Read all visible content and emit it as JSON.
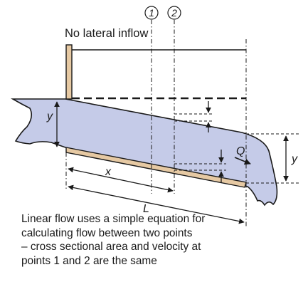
{
  "diagram": {
    "inflow_label": "No lateral inflow",
    "section_1_label": "1",
    "section_2_label": "2",
    "depth_label_left": "y",
    "depth_label_right": "y",
    "flow_label": "Q",
    "x_label": "x",
    "length_label": "L"
  },
  "caption": {
    "lines": [
      "Linear flow uses a simple equation for",
      "calculating flow between two points",
      "– cross sectional area and velocity at",
      "points 1 and 2 are the same"
    ]
  },
  "colors": {
    "water": "#c5cbe8",
    "gate": "#e6c9a3",
    "bed": "#e6c9a3",
    "ink": "#1a1a1a"
  }
}
